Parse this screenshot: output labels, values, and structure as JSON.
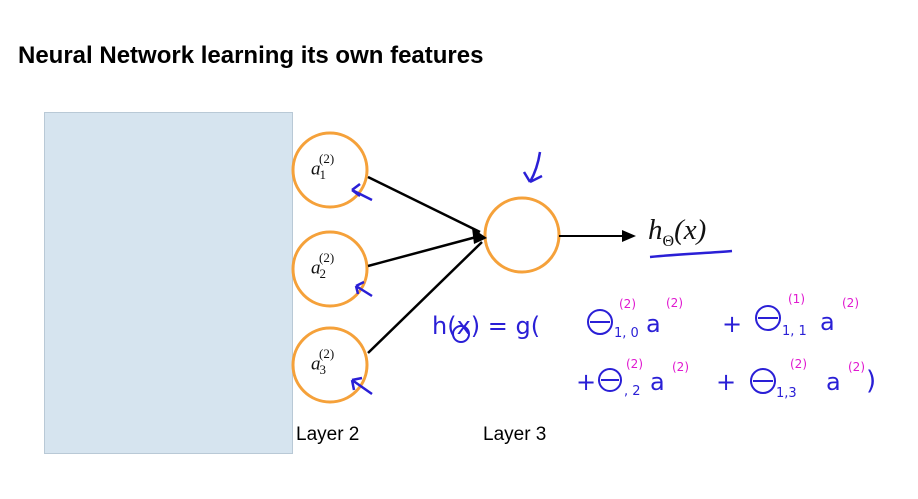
{
  "title": "Neural Network learning its own features",
  "nodes": [
    {
      "base": "a",
      "sub": "1",
      "sup": "(2)"
    },
    {
      "base": "a",
      "sub": "2",
      "sup": "(2)"
    },
    {
      "base": "a",
      "sub": "3",
      "sup": "(2)"
    }
  ],
  "output": {
    "h": "h",
    "sub": "Θ",
    "arg": "(x)"
  },
  "layers": {
    "layer2": "Layer 2",
    "layer3": "Layer 3"
  },
  "handwritten": {
    "line1": "h(x) = g(",
    "t10": "1, 0",
    "a0": "a",
    "plus1": "+",
    "t11": "1, 1",
    "a1": "a",
    "line2_plus": "+",
    "t12": ", 2",
    "a2": "a",
    "plus2": "+",
    "t13": "1,3",
    "a3": "a",
    "close": ")"
  },
  "colors": {
    "node_stroke": "#f5a13a",
    "ink_blue": "#2a1fd6",
    "ink_magenta": "#e01ad0",
    "cover": "#d6e4ef"
  }
}
